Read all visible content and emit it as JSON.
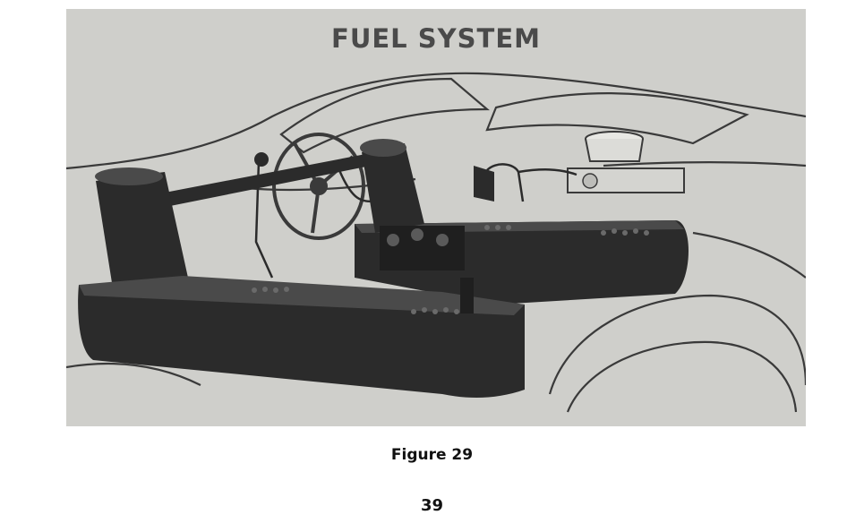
{
  "figure": {
    "title": "FUEL SYSTEM",
    "caption": "Figure 29",
    "illustration": "fuel-system-cutaway-illustration"
  },
  "page": {
    "number": "39"
  },
  "colors": {
    "panel_background": "#cfcfcb",
    "line_art": "#3a3a3a",
    "tank_dark": "#2b2b2b",
    "tank_highlight": "#4a4a4a"
  }
}
